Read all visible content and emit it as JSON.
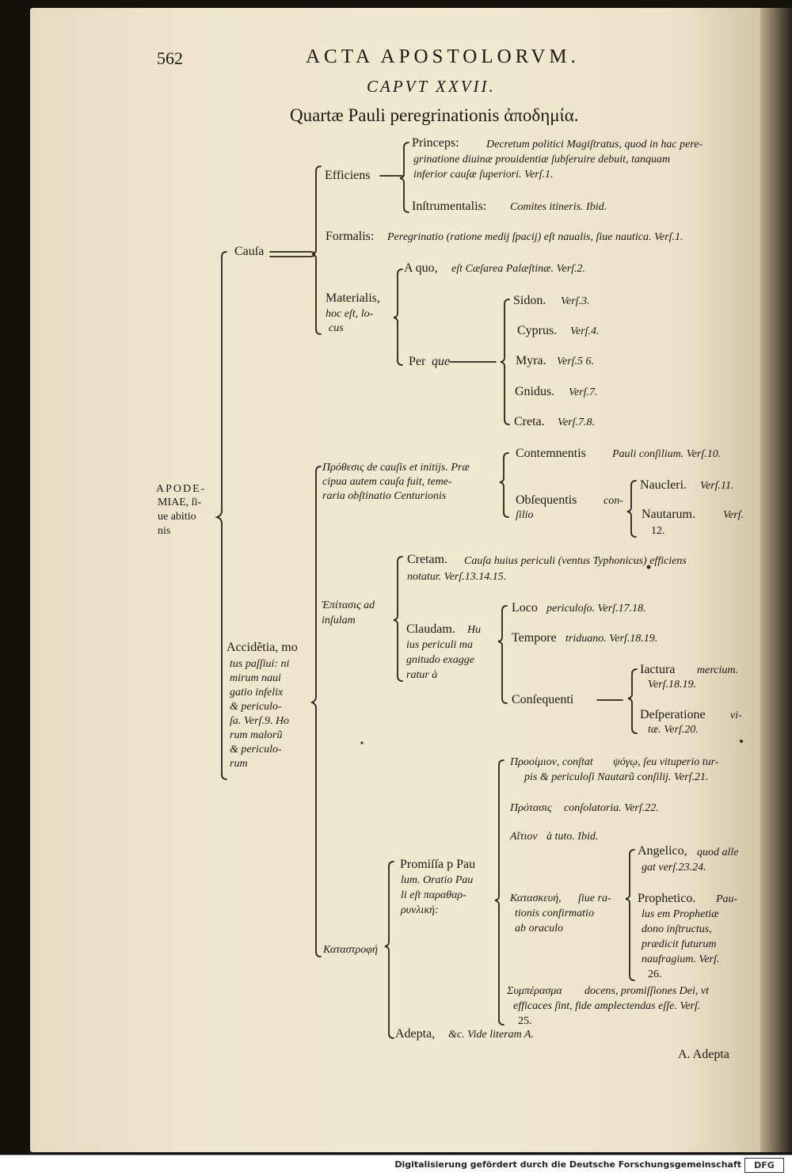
{
  "header": {
    "page_number": "562",
    "running_title": "ACTA APOSTOLORVM.",
    "chapter": "CAPVT XXVII.",
    "title": "Quartæ Pauli peregrinationis ἀποδημία."
  },
  "root": {
    "line1": "APODE-",
    "line2": "MIAE, ſi-",
    "line3": "ue abitio",
    "line4": "nis"
  },
  "causa": {
    "label": "Cauſa",
    "efficiens": {
      "label": "Efficiens",
      "princeps": {
        "label": "Princeps:",
        "line1": "Decretum politici Magiſtratus, quod in hac pere-",
        "line2": "grinatione diuinæ prouidentiæ ſubſeruire debuit, tanquam",
        "line3": "inferior cauſæ ſuperiori. Verſ.1."
      },
      "instrumentalis": {
        "label": "Inſtrumentalis:",
        "text": "Comites itineris. Ibid."
      }
    },
    "formalis": {
      "label": "Formalis:",
      "text": "Peregrinatio (ratione medij ſpacij) eſt naualis, ſiue nautica. Verſ.1."
    },
    "materialis": {
      "line1": "Materialis,",
      "line2": "hoc eſt, lo-",
      "line3": "cus",
      "a_quo_label": "A quo,",
      "a_quo_text": "eſt Cæſarea Palæſtinæ. Verſ.2.",
      "per_label": "Per",
      "per_italic": "que",
      "places": [
        {
          "name": "Sidon.",
          "ref": "Verſ.3."
        },
        {
          "name": "Cyprus.",
          "ref": "Verſ.4."
        },
        {
          "name": "Myra.",
          "ref": "Verſ.5 6."
        },
        {
          "name": "Gnidus.",
          "ref": "Verſ.7."
        },
        {
          "name": "Creta.",
          "ref": "Verſ.7.8."
        }
      ]
    }
  },
  "accidentia": {
    "lines": [
      "Accidẽtia, mo",
      "tus paſſiui: ni",
      "mirum naui",
      "gatio infelix",
      "& periculo-",
      "ſa. Verſ.9. Ho",
      "rum malorũ",
      "& periculo-",
      "rum"
    ],
    "prothesis": {
      "lines": [
        "Πρόθεσις de cauſis et initijs. Præ",
        "cipua autem cauſa fuit, teme-",
        "raria obſtinatio Centurionis"
      ],
      "contemnentis_label": "Contemnentis",
      "contemnentis_text": "Pauli conſilium. Verſ.10.",
      "obsequentis_label": "Obſequentis",
      "obsequentis_it1": "con-",
      "obsequentis_it2": "ſilio",
      "naucleri_label": "Naucleri.",
      "naucleri_ref": "Verſ.11.",
      "nautarum_label": "Nautarum.",
      "nautarum_ref": "Verſ.",
      "nautarum_ref2": "12."
    },
    "epitasis": {
      "line1": "Ἐπίτασις ad",
      "line2": "inſulam",
      "cretam_label": "Cretam.",
      "cretam_text1": "Cauſa huius periculi (ventus Typhonicus) efficiens",
      "cretam_text2": "notatur. Verſ.13.14.15.",
      "claudam_label": "Claudam.",
      "claudam_label2": "Hu",
      "claudam_lines": [
        "ius periculi ma",
        "gnitudo exagge",
        "ratur à"
      ],
      "loco_label": "Loco",
      "loco_text": "periculoſo. Verſ.17.18.",
      "tempore_label": "Tempore",
      "tempore_text": "triduano. Verſ.18.19.",
      "consequenti_label": "Conſequenti",
      "iactura_label": "Iactura",
      "iactura_text": "mercium.",
      "iactura_ref": "Verſ.18.19.",
      "desperatione_label": "Deſperatione",
      "desperatione_text1": "vi-",
      "desperatione_text2": "tæ. Verſ.20."
    },
    "catastrophe": {
      "label": "Καταστροφή",
      "promissa_label": "Promiſſa p Pau",
      "promissa_lines": [
        "lum. Oratio Pau",
        "li eſt παραθαρ-",
        "ρυνλική:"
      ],
      "prooimion_label": "Προοίμιον, conſtat",
      "prooimion_text1": "ψόγῳ, ſeu vituperio tur-",
      "prooimion_text2": "pis & periculoſi Nautarũ conſilij. Verſ.21.",
      "protasis_label": "Πρότασις",
      "protasis_text": "conſolatoria. Verſ.22.",
      "aition_label": "Αἴτιον",
      "aition_text": "à tuto. Ibid.",
      "kataskeue_label": "Κατασκευή,",
      "kataskeue_lines": [
        "ſiue ra-",
        "tionis confirmatio",
        "ab oraculo"
      ],
      "angelico_label": "Angelico,",
      "angelico_text1": "quod alle",
      "angelico_text2": "gat verſ.23.24.",
      "prophetico_label": "Prophetico.",
      "prophetico_it1": "Pau-",
      "prophetico_lines": [
        "lus em Prophetiæ",
        "dono inſtructus,",
        "prædicit futurum",
        "naufragium. Verſ.",
        "26."
      ],
      "symperasma_label": "Συμπέρασμα",
      "symperasma_lines": [
        "docens, promiſſiones Dei, vt",
        "efficaces ſint, fide amplectendas eſſe. Verſ.",
        "25."
      ],
      "adepta_label": "Adepta,",
      "adepta_text": "&c. Vide literam A."
    }
  },
  "catchword": "A. Adepta",
  "footer": {
    "text": "Digitalisierung gefördert durch die Deutsche Forschungsgemeinschaft",
    "logo": "DFG"
  }
}
